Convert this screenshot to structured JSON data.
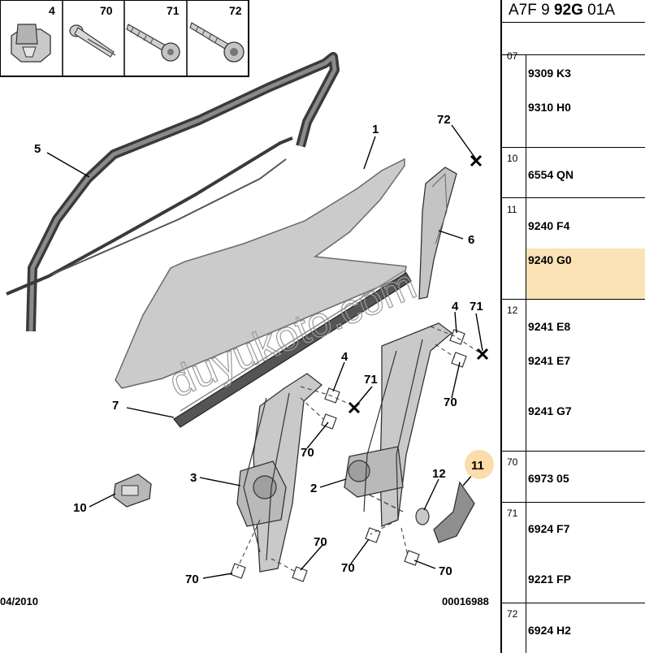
{
  "thumbs": [
    {
      "num": "4",
      "icon": "clip-icon"
    },
    {
      "num": "70",
      "icon": "rivet-icon"
    },
    {
      "num": "71",
      "icon": "screw-icon"
    },
    {
      "num": "72",
      "icon": "bolt-icon"
    }
  ],
  "callouts": {
    "c1": "1",
    "c5": "5",
    "c72": "72",
    "c6": "6",
    "c7": "7",
    "c4a": "4",
    "c71a": "71",
    "c70a": "70",
    "c4b": "4",
    "c71b": "71",
    "c70b": "70",
    "c3": "3",
    "c2": "2",
    "c12": "12",
    "c11": "11",
    "c10": "10",
    "c70c": "70",
    "c70d": "70",
    "c70e": "70",
    "c70f": "70"
  },
  "date": "04/2010",
  "diagram_id": "00016988",
  "watermark": "duyukoto.com",
  "highlight_color": "#fbe3b5",
  "sidebar": {
    "ref_prefix": "A7F 9 ",
    "ref_bold": "92G",
    "ref_suffix": " 01A",
    "groups": [
      {
        "label": "07",
        "parts": [
          "9309 K3",
          "9310 H0"
        ]
      },
      {
        "label": "10",
        "parts": [
          "6554 QN"
        ]
      },
      {
        "label": "11",
        "parts": [
          "9240 F4",
          "9240 G0"
        ]
      },
      {
        "label": "12",
        "parts": [
          "9241 E8",
          "9241 E7",
          "9241 G7"
        ]
      },
      {
        "label": "70",
        "parts": [
          "6973 05"
        ]
      },
      {
        "label": "71",
        "parts": [
          "6924 F7",
          "9221 FP"
        ]
      },
      {
        "label": "72",
        "parts": [
          "6924 H2"
        ]
      }
    ]
  }
}
